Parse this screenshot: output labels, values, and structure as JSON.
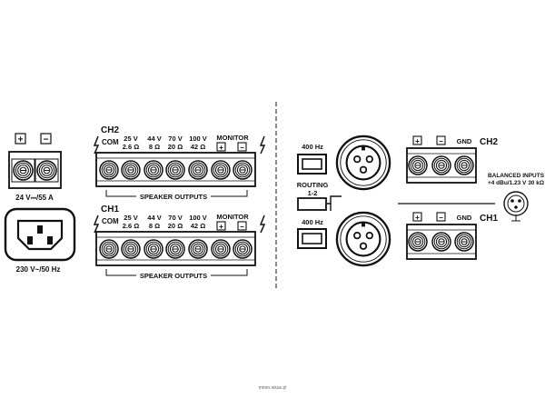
{
  "power": {
    "dc_label": "24 V⎓/55 A",
    "ac_label": "230 V~/50 Hz",
    "plus": "+",
    "minus": "−"
  },
  "ch2": {
    "title": "CH2",
    "com": "COM",
    "monitor": "MONITOR",
    "outputs": [
      {
        "v": "25 V",
        "ohm": "2.6 Ω"
      },
      {
        "v": "44 V",
        "ohm": "8 Ω"
      },
      {
        "v": "70 V",
        "ohm": "20 Ω"
      },
      {
        "v": "100 V",
        "ohm": "42 Ω"
      }
    ],
    "speaker_outputs": "SPEAKER OUTPUTS"
  },
  "ch1": {
    "title": "CH1",
    "com": "COM",
    "monitor": "MONITOR",
    "outputs": [
      {
        "v": "25 V",
        "ohm": "2.6 Ω"
      },
      {
        "v": "44 V",
        "ohm": "8 Ω"
      },
      {
        "v": "70 V",
        "ohm": "20 Ω"
      },
      {
        "v": "100 V",
        "ohm": "42 Ω"
      }
    ],
    "speaker_outputs": "SPEAKER OUTPUTS"
  },
  "inputs": {
    "filter_ch2": "400 Hz",
    "filter_ch1": "400 Hz",
    "routing": "ROUTING",
    "routing_sub": "1-2",
    "gnd_ch2": "GND",
    "gnd_ch1": "GND",
    "ch2_label": "CH2",
    "ch1_label": "CH1",
    "balanced_title": "BALANCED INPUTS",
    "balanced_spec": "+4 dBu/1.23 V 30 kΩ"
  },
  "watermark": "mmm.inkas.pl"
}
